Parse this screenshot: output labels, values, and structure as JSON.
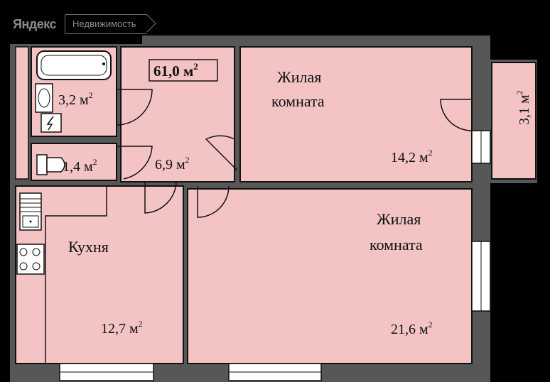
{
  "brand": {
    "logo_text": "Яндекс",
    "tag_text": "Недвижимость"
  },
  "total_area": {
    "value": "61,0 м",
    "sup": "2"
  },
  "rooms": {
    "bathroom": {
      "area": "3,2 м",
      "sup": "2"
    },
    "toilet": {
      "area": "1,4 м",
      "sup": "2"
    },
    "hallway": {
      "area": "6,9 м",
      "sup": "2"
    },
    "living_room_1": {
      "name_line1": "Жилая",
      "name_line2": "комната",
      "area": "14,2 м",
      "sup": "2"
    },
    "living_room_2": {
      "name_line1": "Жилая",
      "name_line2": "комната",
      "area": "21,6 м",
      "sup": "2"
    },
    "kitchen": {
      "name": "Кухня",
      "area": "12,7 м",
      "sup": "2"
    },
    "balcony": {
      "area": "3,1 м",
      "sup": "2"
    }
  },
  "colors": {
    "room_fill": "#f4c4c4",
    "wall": "#575757",
    "background": "#000000"
  }
}
